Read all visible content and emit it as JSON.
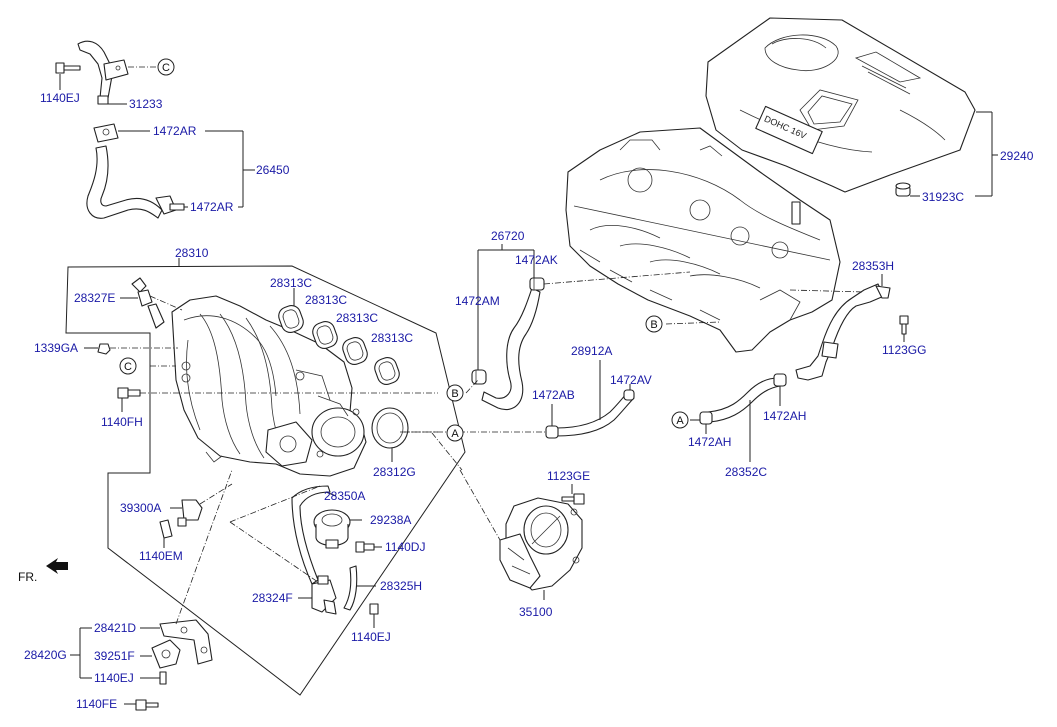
{
  "labels": {
    "l_1140EJ_top": "1140EJ",
    "l_31233": "31233",
    "l_1472AR_a": "1472AR",
    "l_26450": "26450",
    "l_1472AR_b": "1472AR",
    "l_28310": "28310",
    "l_28313C_1": "28313C",
    "l_28313C_2": "28313C",
    "l_28313C_3": "28313C",
    "l_28313C_4": "28313C",
    "l_28327E": "28327E",
    "l_1339GA": "1339GA",
    "l_1140FH": "1140FH",
    "l_28312G": "28312G",
    "l_39300A": "39300A",
    "l_1140EM": "1140EM",
    "l_28350A": "28350A",
    "l_29238A": "29238A",
    "l_1140DJ": "1140DJ",
    "l_28325H": "28325H",
    "l_28324F": "28324F",
    "l_1140EJ_mid": "1140EJ",
    "l_28421D": "28421D",
    "l_28420G": "28420G",
    "l_39251F": "39251F",
    "l_1140EJ_bot": "1140EJ",
    "l_1140FE": "1140FE",
    "l_26720": "26720",
    "l_1472AK": "1472AK",
    "l_1472AM": "1472AM",
    "l_28912A": "28912A",
    "l_1472AV": "1472AV",
    "l_1472AB": "1472AB",
    "l_1123GE": "1123GE",
    "l_35100": "35100",
    "l_28353H": "28353H",
    "l_1123GG": "1123GG",
    "l_1472AH_a": "1472AH",
    "l_1472AH_b": "1472AH",
    "l_28352C": "28352C",
    "l_29240": "29240",
    "l_31923C": "31923C",
    "fr": "FR.",
    "cover_logo": "DOHC 16V"
  },
  "markers": {
    "m_C_top": "C",
    "m_C_mid": "C",
    "m_B_left": "B",
    "m_A_left": "A",
    "m_B_right": "B",
    "m_A_right": "A"
  },
  "colors": {
    "label_text": "#1a1aa6",
    "line": "#222222",
    "background": "#ffffff"
  }
}
